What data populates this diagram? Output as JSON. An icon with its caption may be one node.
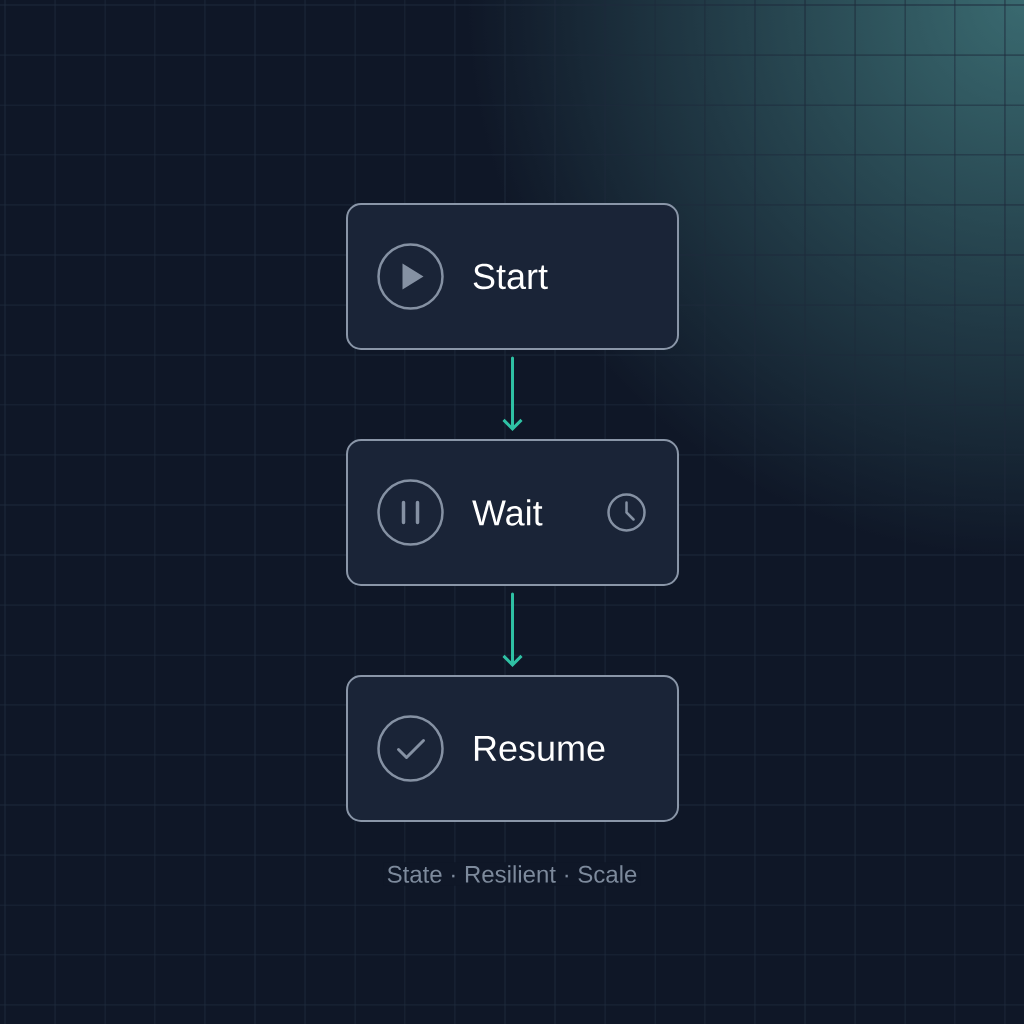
{
  "diagram": {
    "nodes": [
      {
        "text": [
          "Start"
        ]
      },
      {
        "text": [
          "Wait"
        ]
      },
      {
        "text": [
          "Resume"
        ]
      }
    ],
    "edges": [
      {
        "from": 0,
        "to": 1,
        "arrow": "to"
      },
      {
        "from": 1,
        "to": 2,
        "arrow": "to"
      }
    ],
    "labels": [
      "State · Resilient · Scale"
    ]
  }
}
